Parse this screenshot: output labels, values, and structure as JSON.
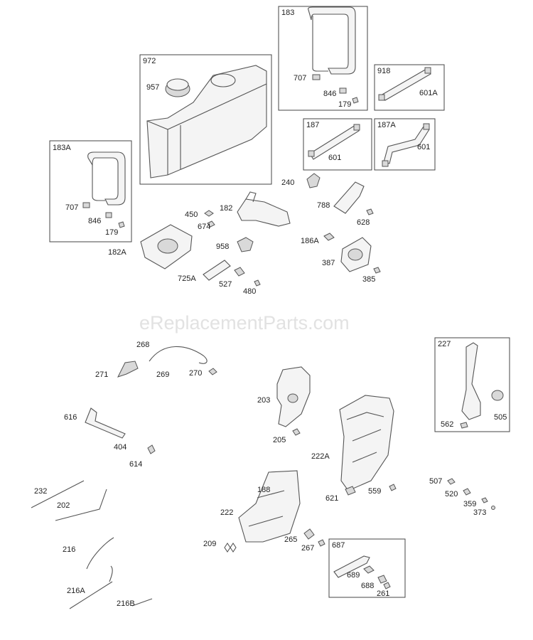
{
  "watermark": "eReplacementParts.com",
  "boxes": {
    "b183": "183",
    "b972": "972",
    "b918": "918",
    "b187": "187",
    "b187a": "187A",
    "b183a": "183A",
    "b227": "227",
    "b687": "687"
  },
  "labels": {
    "l707a": "707",
    "l846a": "846",
    "l179a": "179",
    "l957": "957",
    "l601a": "601A",
    "l601b": "601",
    "l601c": "601",
    "l707b": "707",
    "l846b": "846",
    "l179b": "179",
    "l240": "240",
    "l788": "788",
    "l628": "628",
    "l450": "450",
    "l182": "182",
    "l674": "674",
    "l958": "958",
    "l186a": "186A",
    "l387": "387",
    "l385": "385",
    "l182a": "182A",
    "l725a": "725A",
    "l527": "527",
    "l480": "480",
    "l268": "268",
    "l271": "271",
    "l269": "269",
    "l270": "270",
    "l203": "203",
    "l205": "205",
    "l616": "616",
    "l404": "404",
    "l614": "614",
    "l222a": "222A",
    "l562": "562",
    "l505": "505",
    "l232": "232",
    "l202": "202",
    "l188": "188",
    "l222": "222",
    "l621": "621",
    "l559": "559",
    "l507": "507",
    "l520": "520",
    "l359": "359",
    "l373": "373",
    "l209": "209",
    "l265": "265",
    "l267": "267",
    "l216": "216",
    "l216a": "216A",
    "l216b": "216B",
    "l689": "689",
    "l688": "688",
    "l261": "261"
  }
}
